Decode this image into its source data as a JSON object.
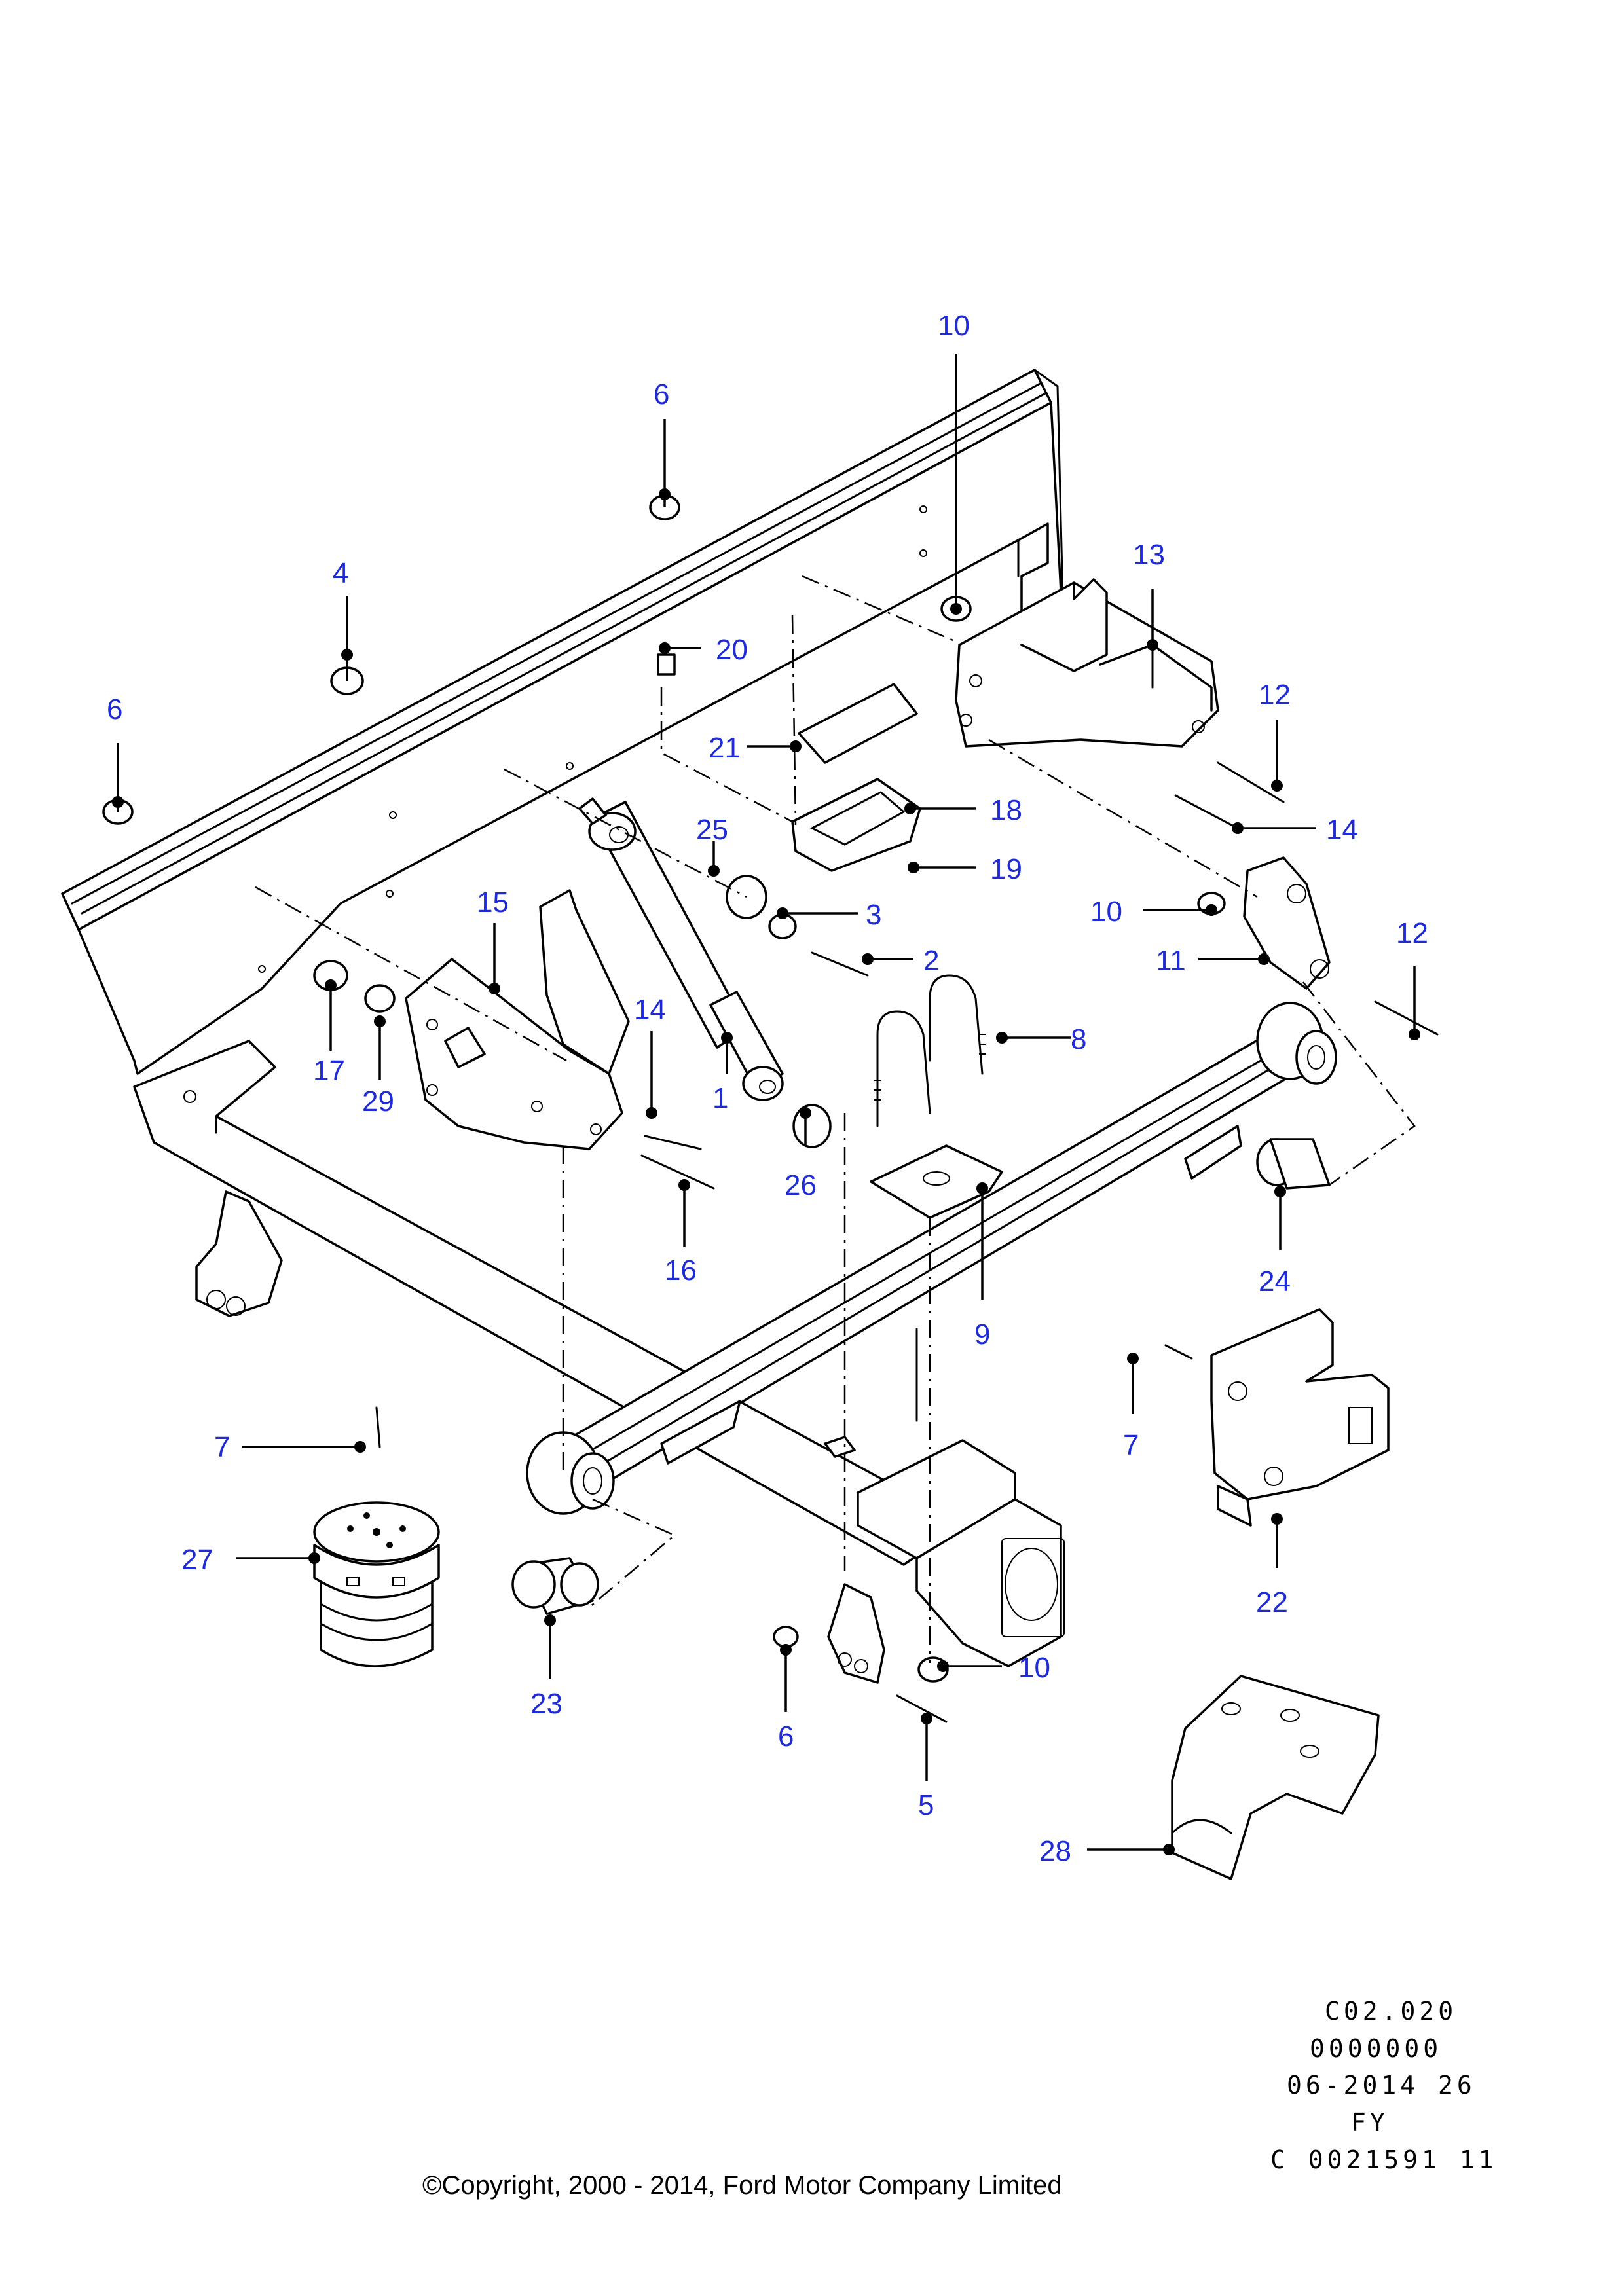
{
  "callouts": [
    "10",
    "6",
    "4",
    "6",
    "13",
    "20",
    "21",
    "12",
    "18",
    "25",
    "19",
    "14",
    "3",
    "10",
    "12",
    "2",
    "11",
    "15",
    "14",
    "8",
    "17",
    "29",
    "1",
    "26",
    "24",
    "16",
    "9",
    "7",
    "7",
    "27",
    "22",
    "23",
    "10",
    "6",
    "5",
    "28"
  ],
  "reference_codes": [
    "C02.020",
    "0000000",
    "06-2014 26",
    "FY",
    "C 0021591 11"
  ],
  "copyright": "©Copyright, 2000 - 2014, Ford Motor Company Limited",
  "colors": {
    "callout_text": "#1f2bd6",
    "line": "#000000",
    "background": "#ffffff"
  }
}
